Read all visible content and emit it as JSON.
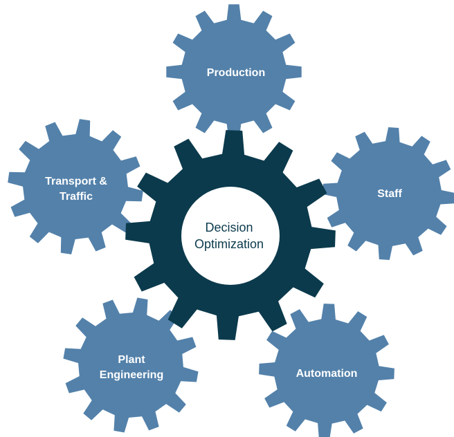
{
  "colors": {
    "outer_gear": "#5381aa",
    "center_gear": "#0b3a4c",
    "center_hub": "#ffffff",
    "center_text": "#0b3a4c",
    "outer_text": "#ffffff"
  },
  "diagram": {
    "center": {
      "line1": "Decision",
      "line2": "Optimization"
    },
    "gears": {
      "production": {
        "line1": "Production"
      },
      "transport": {
        "line1": "Transport &",
        "line2": "Traffic"
      },
      "staff": {
        "line1": "Staff"
      },
      "plant": {
        "line1": "Plant",
        "line2": "Engineering"
      },
      "automation": {
        "line1": "Automation"
      }
    }
  }
}
